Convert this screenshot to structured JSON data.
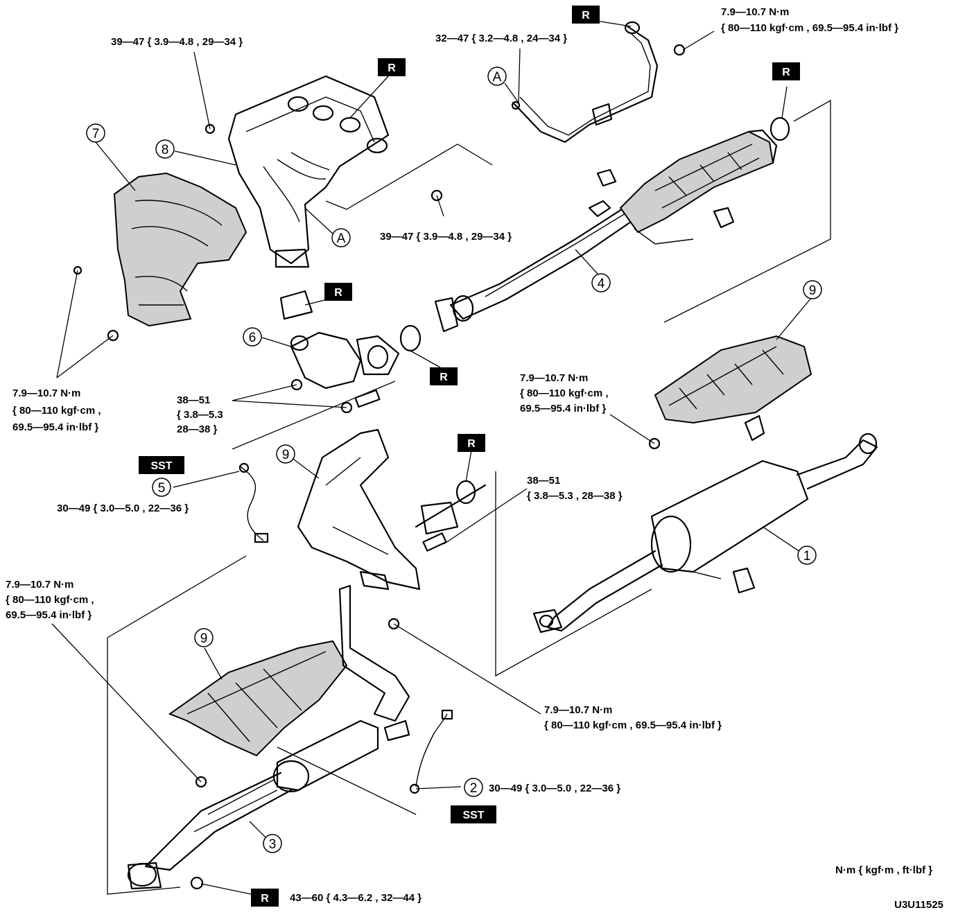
{
  "badges": {
    "r_top": "R",
    "r_manifold": "R",
    "r_right": "R",
    "r_flange": "R",
    "r_gasket": "R",
    "r_center": "R",
    "r_bottom": "R",
    "sst_left": "SST",
    "sst_bottom": "SST"
  },
  "callouts": {
    "c1": "1",
    "c2": "2",
    "c3": "3",
    "c4": "4",
    "c5": "5",
    "c6": "6",
    "c7": "7",
    "c8": "8",
    "c9a": "9",
    "c9b": "9",
    "c9c": "9",
    "ca1": "A",
    "ca2": "A"
  },
  "torques": {
    "t_top_right_1": "7.9—10.7 N·m",
    "t_top_right_2": "{ 80—110 kgf·cm , 69.5—95.4 in·lbf }",
    "t_top_center": "32—47 { 3.2—4.8 , 24—34 }",
    "t_manifold": "39—47 { 3.9—4.8 , 29—34 }",
    "t_bracket": "39—47 { 3.9—4.8 , 29—34 }",
    "t_left_1": "7.9—10.7 N·m",
    "t_left_2": "{ 80—110 kgf·cm ,",
    "t_left_3": "69.5—95.4 in·lbf }",
    "t_flange_1": "38—51",
    "t_flange_2": "{ 3.8—5.3",
    "t_flange_3": "28—38 }",
    "t_sensor5": "30—49 { 3.0—5.0 , 22—36 }",
    "t_right_mid_1": "7.9—10.7 N·m",
    "t_right_mid_2": "{ 80—110 kgf·cm ,",
    "t_right_mid_3": "69.5—95.4 in·lbf }",
    "t_center_1": "38—51",
    "t_center_2": "{ 3.8—5.3 , 28—38 }",
    "t_lower_left_1": "7.9—10.7 N·m",
    "t_lower_left_2": "{ 80—110 kgf·cm ,",
    "t_lower_left_3": "69.5—95.4 in·lbf }",
    "t_lower_center_1": "7.9—10.7 N·m",
    "t_lower_center_2": "{ 80—110 kgf·cm , 69.5—95.4 in·lbf }",
    "t_sensor2": "30—49 { 3.0—5.0 , 22—36 }",
    "t_bottom": "43—60 { 4.3—6.2 , 32—44 }"
  },
  "units_note": "N·m { kgf·m , ft·lbf }",
  "figure_code": "U3U11525"
}
